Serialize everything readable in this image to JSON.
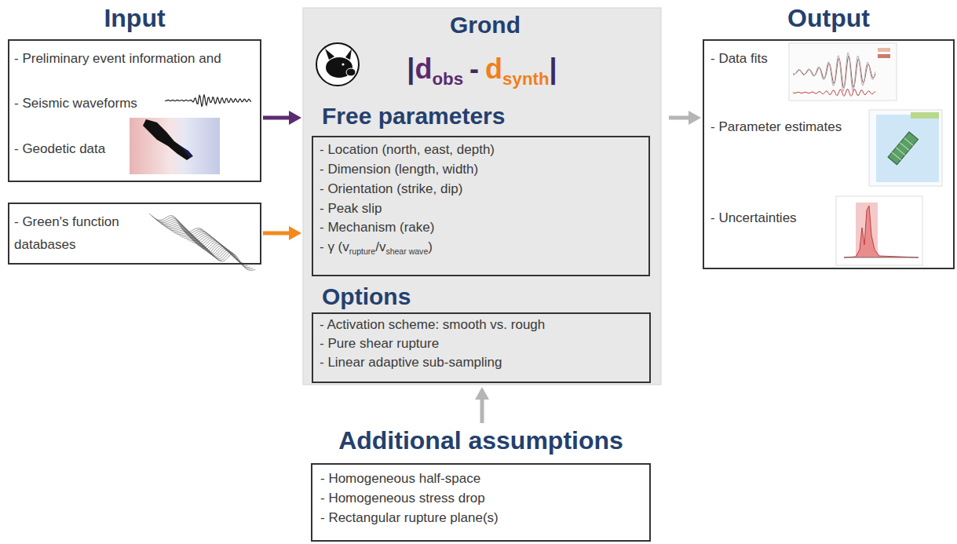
{
  "diagram": {
    "nodes": [
      {
        "text": [
          "Input",
          "- Preliminary event information and",
          "- Seismic waveforms",
          "- Geodetic data"
        ]
      },
      {
        "text": [
          "- Green's function databases"
        ]
      },
      {
        "text": [
          "Grond",
          "|",
          "d",
          "obs",
          "-",
          "d",
          "synth",
          "|"
        ]
      },
      {
        "text": [
          "Free parameters",
          "- Location (north, east, depth)",
          "- Dimension (length, width)",
          "- Orientation (strike, dip)",
          "- Peak slip",
          "- Mechanism (rake)",
          "- γ (v",
          "rupture",
          "/v",
          "shear wave",
          ")"
        ],
        "in": 2
      },
      {
        "text": [
          "Options",
          "- Activation scheme: smooth vs. rough",
          "- Pure shear rupture",
          "- Linear adaptive sub-sampling"
        ],
        "in": 2
      },
      {
        "text": [
          "Output",
          "- Data fits",
          "- Parameter estimates",
          "- Uncertainties"
        ]
      },
      {
        "text": [
          "Additional assumptions",
          "- Homogeneous half-space",
          "- Homogeneous stress drop",
          "- Rectangular rupture plane(s)"
        ]
      }
    ],
    "edges": [
      {
        "from": 0,
        "to": 2,
        "arrow": "to"
      },
      {
        "from": 1,
        "to": 2,
        "arrow": "to"
      },
      {
        "from": 2,
        "to": 5,
        "arrow": "to"
      },
      {
        "from": 6,
        "to": 2,
        "arrow": "to"
      }
    ]
  }
}
